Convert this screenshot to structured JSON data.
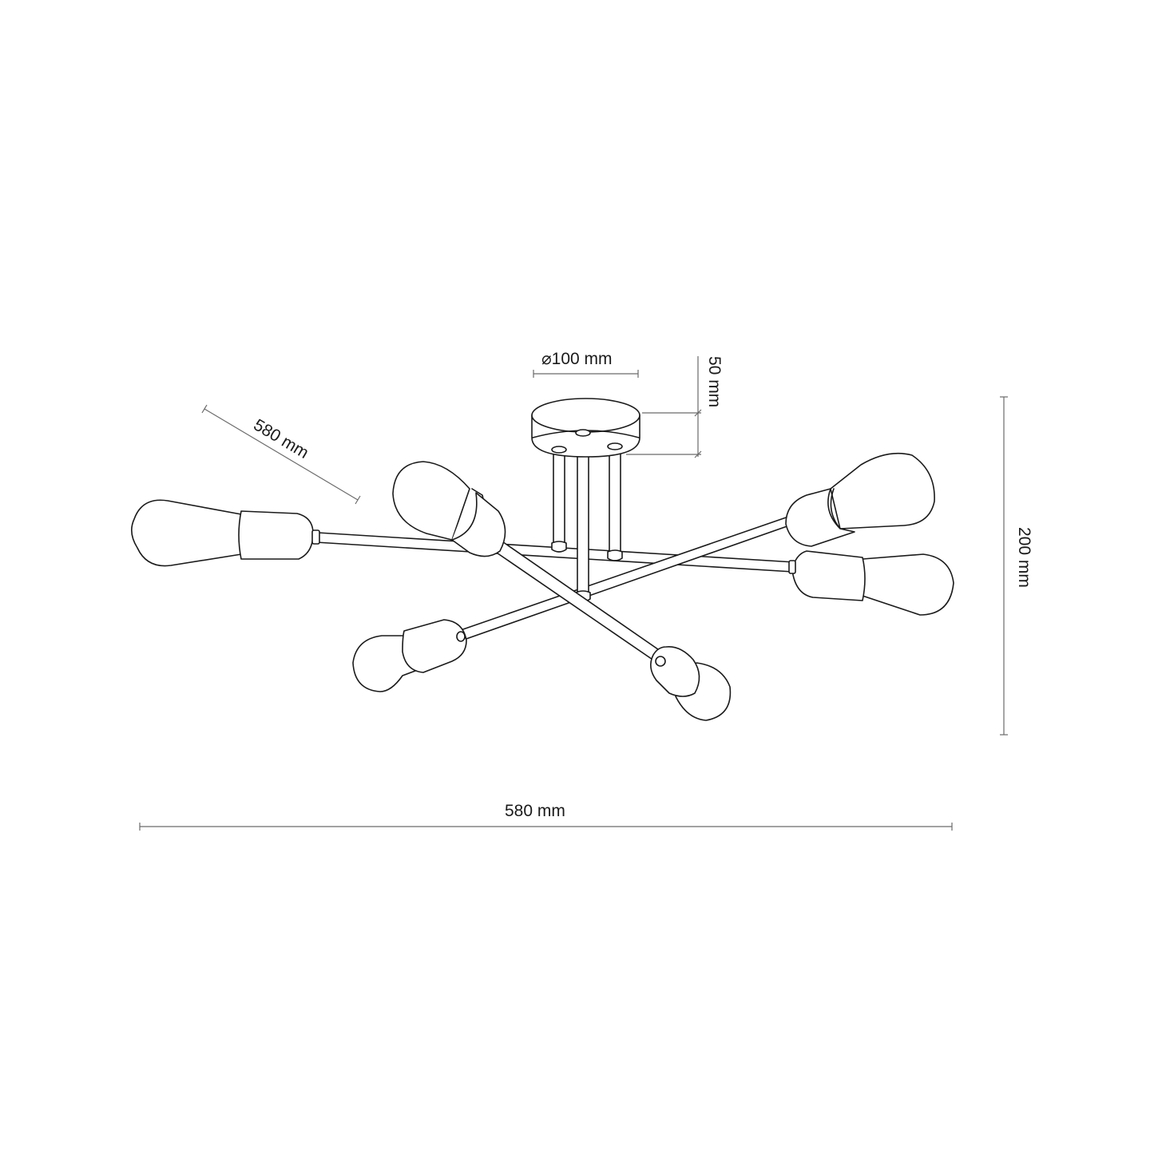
{
  "diagram": {
    "type": "technical-dimension-drawing",
    "subject": "6-arm ceiling lamp with exposed bulbs",
    "line_color": "#1a1a1a",
    "dimension_line_color": "#6b6b6b",
    "background": "#ffffff"
  },
  "dimensions": {
    "canopy_diameter": {
      "label": "⌀100 mm",
      "symbol": "⌀",
      "value": 100,
      "unit": "mm"
    },
    "canopy_drop": {
      "label": "50 mm",
      "value": 50,
      "unit": "mm"
    },
    "arm_length": {
      "label": "580 mm",
      "value": 580,
      "unit": "mm"
    },
    "total_height": {
      "label": "200 mm",
      "value": 200,
      "unit": "mm"
    },
    "total_width": {
      "label": "580 mm",
      "value": 580,
      "unit": "mm"
    }
  },
  "components": {
    "canopy": {
      "count": 1
    },
    "rods": {
      "count": 3
    },
    "arms": {
      "count": 3
    },
    "bulbs": {
      "count": 6
    }
  }
}
